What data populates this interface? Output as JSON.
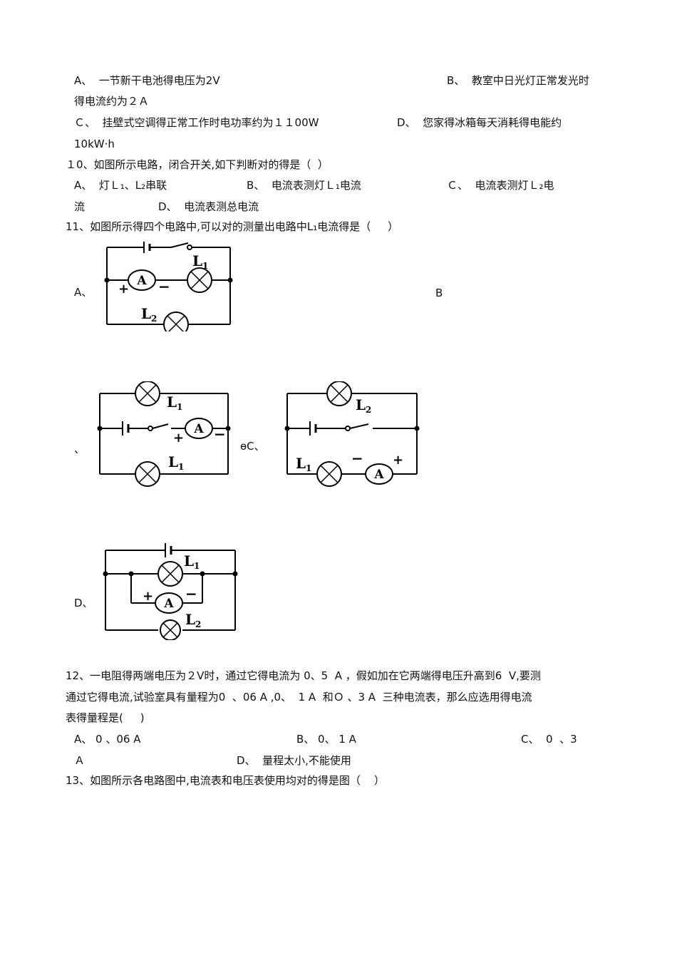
{
  "q9": {
    "opt_a": "A、  一节新干电池得电压为2V",
    "opt_b": "B、  教室中日光灯正常发光时",
    "opt_b_cont": "得电流约为２Ａ",
    "opt_c": "Ｃ、  挂壁式空调得正常工作时电功率约为１１00W",
    "opt_d": "D、  您家得冰箱每天消耗得电能约",
    "opt_d_cont": "10kW·h"
  },
  "q10": {
    "stem": "１0、如图所示电路，闭合开关,如下判断对的得是（  ）",
    "opt_a": "A、  灯Ｌ₁、L₂串联",
    "opt_b": "B、  电流表测灯Ｌ₁电流",
    "opt_c": "Ｃ、  电流表测灯Ｌ₂电",
    "opt_c_cont": "流",
    "opt_d": "D、  电流表测总电流"
  },
  "q11": {
    "stem": "11、如图所示得四个电路中,可以对的测量出电路中L₁电流得是（     ）",
    "label_a": "A、",
    "label_b": "B",
    "label_b_dot": "、",
    "label_c": "ѳC、",
    "label_d": "D、"
  },
  "circuit_labels": {
    "ammeter": "A",
    "plus": "+",
    "minus": "−",
    "lamp1": "L",
    "lamp2": "L",
    "sub1": "1",
    "sub2": "2"
  },
  "q12": {
    "stem_line1": "12、一电阻得两端电压为２V时，通过它得电流为 0、5  A ，假如加在它两端得电压升高到6  V,要测",
    "stem_line2": "通过它得电流,试验室具有量程为0  、06 A ,0、  1 A  和Ｏ 、3 A  三种电流表，那么应选用得电流",
    "stem_line3": "表得量程是(     )",
    "opt_a": "A、 0 、06 A",
    "opt_b": "B、 0、 1 A",
    "opt_c": "C、  0  、3",
    "opt_c_cont": "Ａ",
    "opt_d": "D、  量程太小,不能使用"
  },
  "q13": {
    "stem": "13、如图所示各电路图中,电流表和电压表使用均对的得是图（    ）"
  }
}
